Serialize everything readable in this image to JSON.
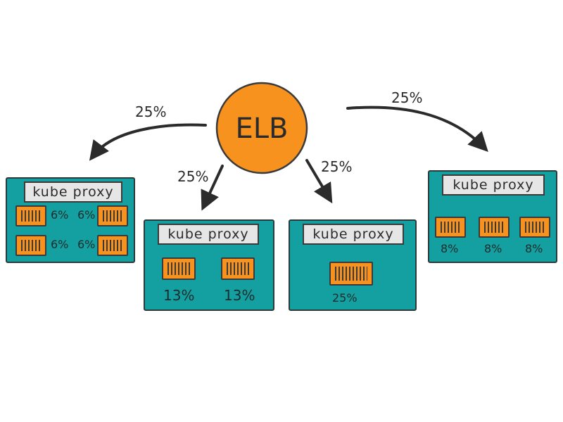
{
  "balancer": {
    "label": "ELB",
    "color": "#f7921e"
  },
  "arrows": [
    {
      "id": "far-left",
      "label": "25%"
    },
    {
      "id": "mid-left",
      "label": "25%"
    },
    {
      "id": "mid-right",
      "label": "25%"
    },
    {
      "id": "far-right",
      "label": "25%"
    }
  ],
  "nodes": [
    {
      "label": "kube proxy",
      "pods": [
        "6%",
        "6%",
        "6%",
        "6%"
      ]
    },
    {
      "label": "kube proxy",
      "pods": [
        "13%",
        "13%"
      ]
    },
    {
      "label": "kube proxy",
      "pods": [
        "25%"
      ]
    },
    {
      "label": "kube proxy",
      "pods": [
        "8%",
        "8%",
        "8%"
      ]
    }
  ],
  "colors": {
    "node": "#14a0a0",
    "pod": "#f7921e",
    "label_bg": "#e6e6e6",
    "ink": "#2b2b2b"
  }
}
